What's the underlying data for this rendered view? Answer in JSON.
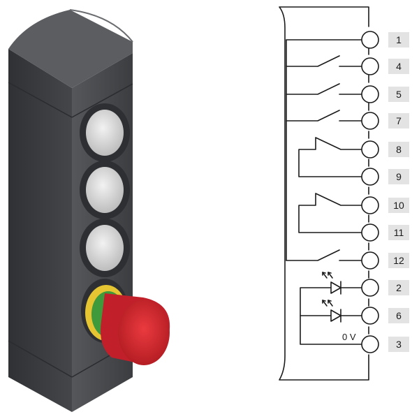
{
  "device": {
    "housing_color": "#4a4c4f",
    "button_color": "#dcdcdc",
    "estop_color": "#d9252c",
    "estop_ring_colors": [
      "#e6c532",
      "#3f9a3b"
    ]
  },
  "diagram": {
    "line_color": "#1a1a1a",
    "label_bg": "#e3e3e3",
    "ground_label": "0 V",
    "terminals": [
      "1",
      "4",
      "5",
      "7",
      "8",
      "9",
      "10",
      "11",
      "12",
      "2",
      "6",
      "3"
    ]
  }
}
